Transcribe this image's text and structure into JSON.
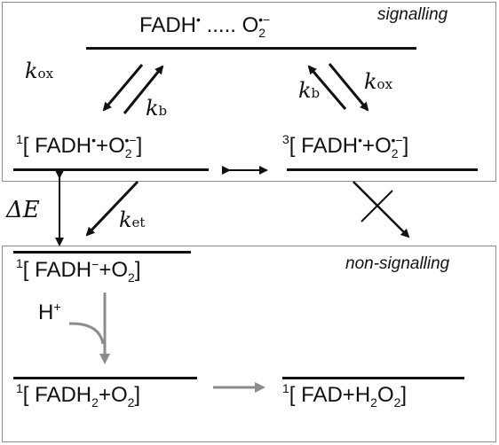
{
  "regions": {
    "signalling_label": "signalling",
    "non_signalling_label": "non-signalling"
  },
  "states": {
    "radical_pair": {
      "left": "FADH",
      "dots": " ..... ",
      "right": "O",
      "right_sub": "2",
      "right_sup": "•−",
      "left_sup": "•"
    },
    "singlet_pair": {
      "mult": "1",
      "text": "[ FADH",
      "dot": "•",
      "plus": "+O",
      "sub": "2",
      "sup": "•−",
      "close": "]"
    },
    "triplet_pair": {
      "mult": "3",
      "text": "[ FADH",
      "dot": "•",
      "plus": "+O",
      "sub": "2",
      "sup": "•−",
      "close": "]"
    },
    "fadh_minus": {
      "mult": "1",
      "text": "[ FADH",
      "sup": "−",
      "plus": "+O",
      "sub": "2",
      "close": "]"
    },
    "fadh2": {
      "mult": "1",
      "text": "[ FADH",
      "sub1": "2",
      "plus": "+O",
      "sub2": "2",
      "close": "]"
    },
    "fad_h2o2": {
      "mult": "1",
      "text": "[ FAD+H",
      "sub1": "2",
      "o": "O",
      "sub2": "2",
      "close": "]"
    }
  },
  "labels": {
    "k_ox": "k",
    "k_ox_sub": "ox",
    "k_b": "k",
    "k_b_sub": "b",
    "k_et": "k",
    "k_et_sub": "et",
    "delta_e": "ΔE",
    "proton": "H",
    "proton_sup": "+"
  },
  "colors": {
    "box_border": "#8c8c8c",
    "black_arrow": "#111111",
    "grey_arrow": "#8c8c8c"
  }
}
